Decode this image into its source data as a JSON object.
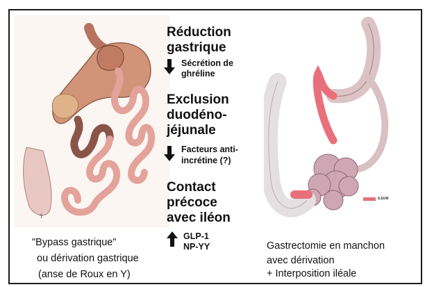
{
  "center": {
    "h1": [
      "Réduction",
      "gastrique"
    ],
    "s1": [
      "Sécrétion de",
      "ghréline"
    ],
    "h2": [
      "Exclusion",
      "duodéno-",
      "jéjunale"
    ],
    "s2": [
      "Facteurs anti-",
      "incrétine (?)"
    ],
    "h3": [
      "Contact",
      "précoce",
      "avec iléon"
    ],
    "s3": [
      "GLP-1",
      "NP-YY"
    ]
  },
  "left_caption": [
    "\"Bypass gastrique\"",
    "ou dérivation gastrique",
    "(anse de Roux en Y)"
  ],
  "right_caption": [
    "Gastrectomie en manchon",
    "avec dérivation",
    "+ Interposition iléale"
  ],
  "legend_label": "ILEUM",
  "colors": {
    "stomach": "#c98a6e",
    "intestine": "#e3a39a",
    "dark_loop": "#8a5548",
    "colon": "#d9cfcf",
    "ileum": "#e8707a"
  }
}
